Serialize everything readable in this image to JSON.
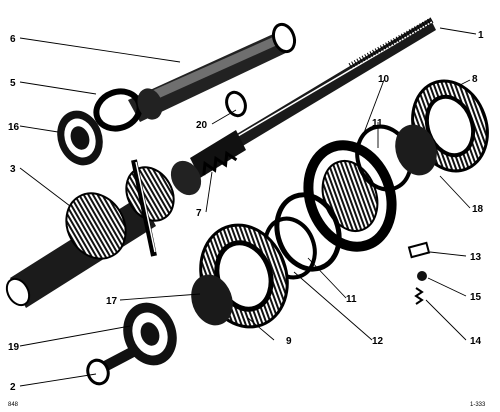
{
  "labels": {
    "n1": "1",
    "n2": "2",
    "n3": "3",
    "n5": "5",
    "n6": "6",
    "n7": "7",
    "n8": "8",
    "n9": "9",
    "n10": "10",
    "n11a": "11",
    "n11b": "11",
    "n12": "12",
    "n13": "13",
    "n14": "14",
    "n15": "15",
    "n16": "16",
    "n18": "18",
    "n17": "17",
    "n19": "19",
    "n20": "20"
  },
  "corner_marks": {
    "left": "848",
    "right": "1-333"
  },
  "colors": {
    "ink": "#000000",
    "paper": "#ffffff",
    "shade": "#2a2a2a"
  }
}
